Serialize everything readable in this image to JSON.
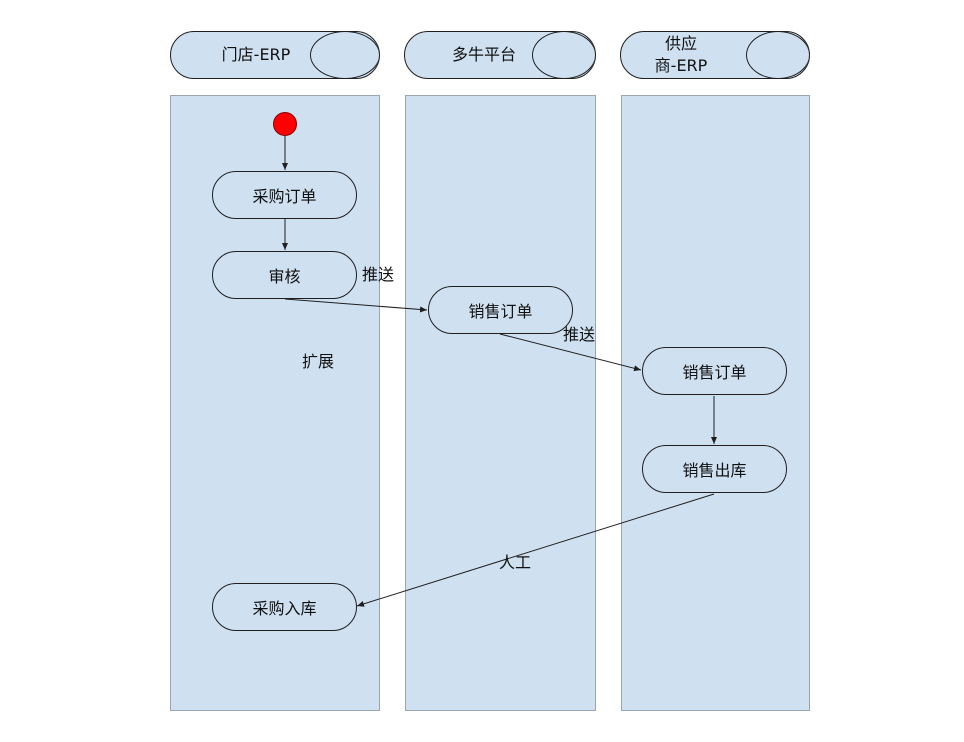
{
  "lanes": {
    "store": {
      "title": "门店-ERP"
    },
    "platform": {
      "title": "多牛平台"
    },
    "supplier": {
      "title": "供应\n商-ERP"
    }
  },
  "nodes": {
    "purchase_order": "采购订单",
    "review": "审核",
    "sales_order_platform": "销售订单",
    "sales_order_supplier": "销售订单",
    "sales_outbound": "销售出库",
    "purchase_inbound": "采购入库"
  },
  "edge_labels": {
    "push_1": "推送",
    "push_2": "推送",
    "manual": "人工",
    "extend": "扩展"
  },
  "colors": {
    "lane_fill": "#cfe0f1",
    "start_fill": "#ff0000",
    "line": "#1f1f1f"
  }
}
